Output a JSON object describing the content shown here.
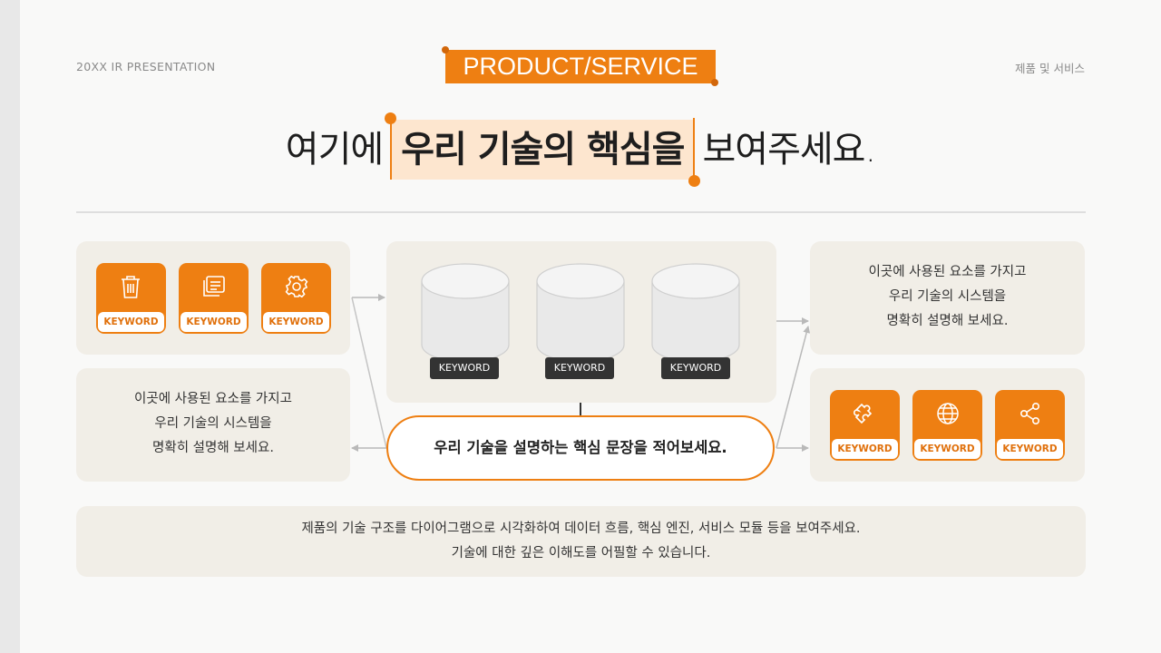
{
  "header": {
    "left_text": "20XX IR PRESENTATION",
    "badge": "PRODUCT/SERVICE",
    "right_text": "제품 및 서비스"
  },
  "headline": {
    "before": "여기에",
    "highlight": "우리 기술의 핵심을",
    "after": "보여주세요."
  },
  "left_panel": {
    "cards": [
      {
        "icon": "trash-icon",
        "label": "KEYWORD"
      },
      {
        "icon": "documents-icon",
        "label": "KEYWORD"
      },
      {
        "icon": "gear-icon",
        "label": "KEYWORD"
      }
    ],
    "description": [
      "이곳에 사용된 요소를 가지고",
      "우리 기술의 시스템을",
      "명확히 설명해 보세요."
    ]
  },
  "center_panel": {
    "databases": [
      {
        "icon": "database-icon",
        "label": "KEYWORD"
      },
      {
        "icon": "database-icon",
        "label": "KEYWORD"
      },
      {
        "icon": "database-icon",
        "label": "KEYWORD"
      }
    ],
    "core_statement": "우리 기술을 설명하는 핵심 문장을 적어보세요."
  },
  "right_panel": {
    "description": [
      "이곳에 사용된 요소를 가지고",
      "우리 기술의 시스템을",
      "명확히 설명해 보세요."
    ],
    "cards": [
      {
        "icon": "puzzle-icon",
        "label": "KEYWORD"
      },
      {
        "icon": "globe-icon",
        "label": "KEYWORD"
      },
      {
        "icon": "share-icon",
        "label": "KEYWORD"
      }
    ]
  },
  "footer": {
    "lines": [
      "제품의 기술 구조를 다이어그램으로 시각화하여 데이터 흐름, 핵심 엔진, 서비스 모듈 등을 보여주세요.",
      "기술에 대한 깊은 이해도를 어필할 수 있습니다."
    ]
  },
  "colors": {
    "accent": "#ee7f12",
    "highlight_bg": "#fde6cf",
    "panel_bg": "#f1eee7",
    "dark_label": "#333333"
  }
}
